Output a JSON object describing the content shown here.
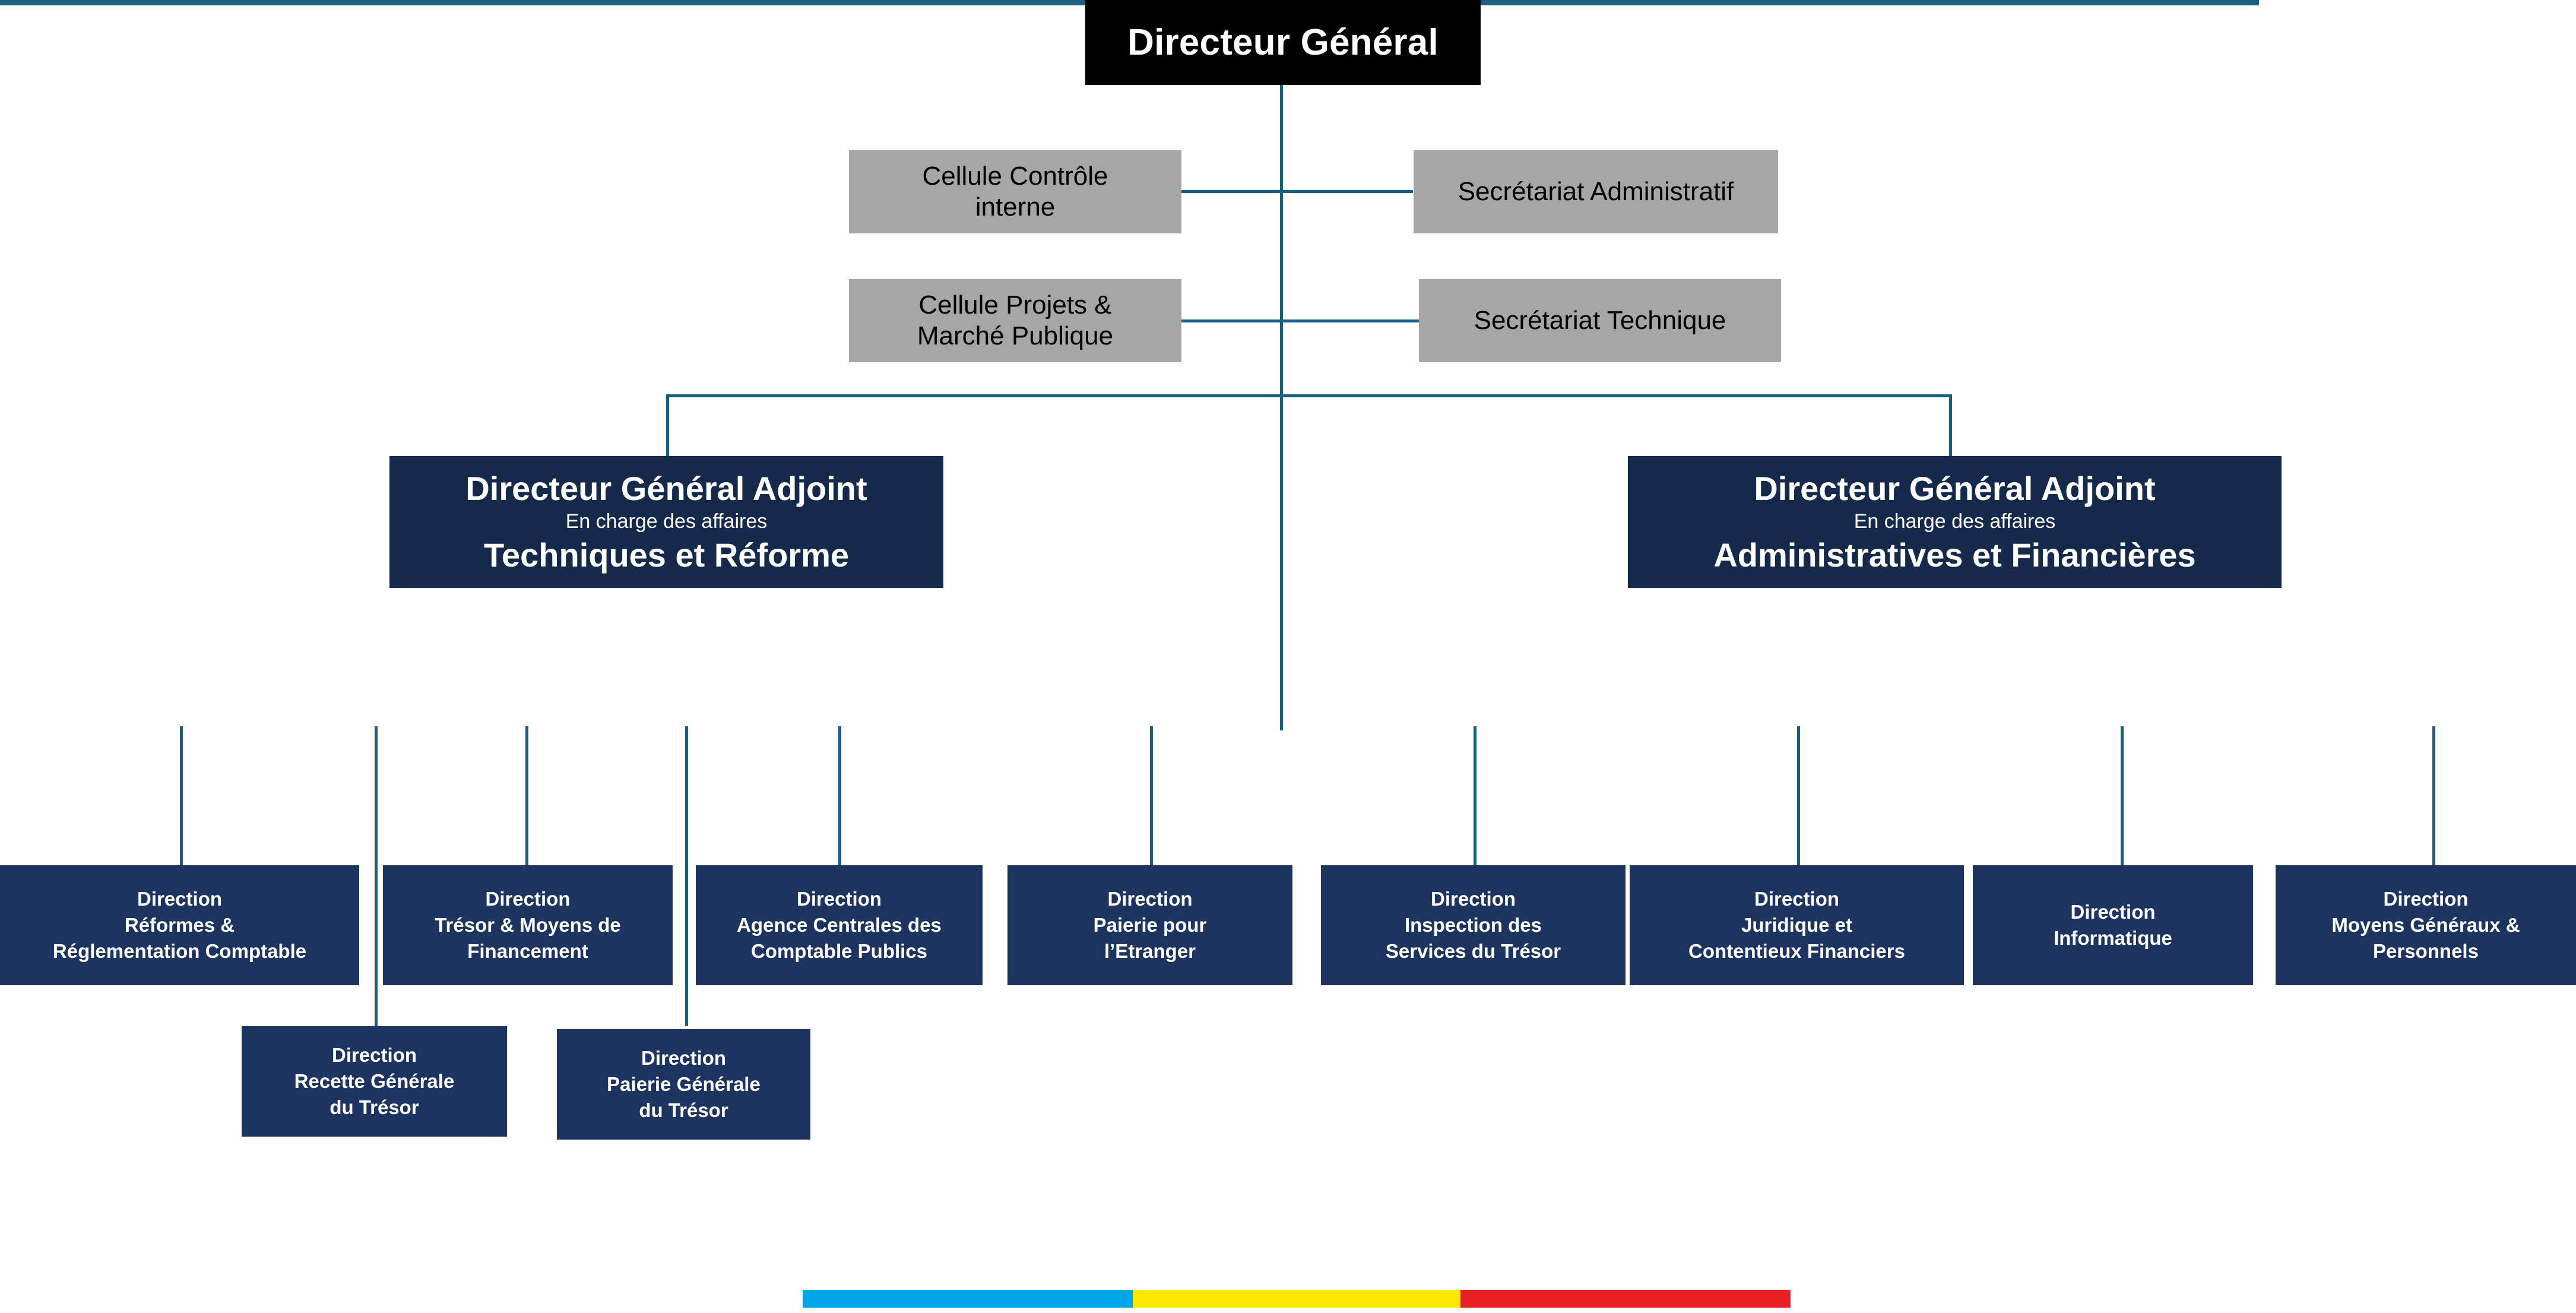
{
  "meta": {
    "title": "Organigramme - Direction Générale du Trésor"
  },
  "colors": {
    "root_bg": "#000000",
    "staff_bg": "#a6a6a6",
    "deputy_bg": "#15294a",
    "direction_bg": "#1d3460",
    "connector": "#1b5f80",
    "text_light": "#ffffff",
    "text_dark": "#000000",
    "flag_blue": "#00a6e6",
    "flag_yellow": "#fde802",
    "flag_red": "#e81f25"
  },
  "root": {
    "label": "Directeur Général"
  },
  "staff": [
    {
      "label_line1": "Cellule Contrôle",
      "label_line2": "interne"
    },
    {
      "label_line1": "Secrétariat Administratif",
      "label_line2": ""
    },
    {
      "label_line1": "Cellule Projets &",
      "label_line2": "Marché Publique"
    },
    {
      "label_line1": "Secrétariat Technique",
      "label_line2": ""
    }
  ],
  "deputies": [
    {
      "title": "Directeur Général Adjoint",
      "subtitle": "En charge des affaires",
      "scope": "Techniques et Réforme"
    },
    {
      "title": "Directeur Général Adjoint",
      "subtitle": "En charge des affaires",
      "scope": "Administratives et Financières"
    }
  ],
  "directions": [
    {
      "l1": "Direction",
      "l2": "Réformes &",
      "l3": "Réglementation Comptable"
    },
    {
      "l1": "Direction",
      "l2": "Trésor & Moyens de",
      "l3": "Financement"
    },
    {
      "l1": "Direction",
      "l2": "Agence Centrales des",
      "l3": "Comptable Publics"
    },
    {
      "l1": "Direction",
      "l2": "Paierie pour",
      "l3": "l’Etranger"
    },
    {
      "l1": "Direction",
      "l2": "Inspection des",
      "l3": "Services du Trésor"
    },
    {
      "l1": "Direction",
      "l2": "Juridique et",
      "l3": "Contentieux Financiers"
    },
    {
      "l1": "Direction",
      "l2": "Informatique",
      "l3": ""
    },
    {
      "l1": "Direction",
      "l2": "Moyens Généraux &",
      "l3": "Personnels"
    }
  ],
  "sub_directions": [
    {
      "l1": "Direction",
      "l2": "Recette Générale",
      "l3": "du Trésor"
    },
    {
      "l1": "Direction",
      "l2": "Paierie Générale",
      "l3": "du Trésor"
    }
  ],
  "flag_segments": [
    "flag_blue",
    "flag_yellow",
    "flag_red"
  ]
}
